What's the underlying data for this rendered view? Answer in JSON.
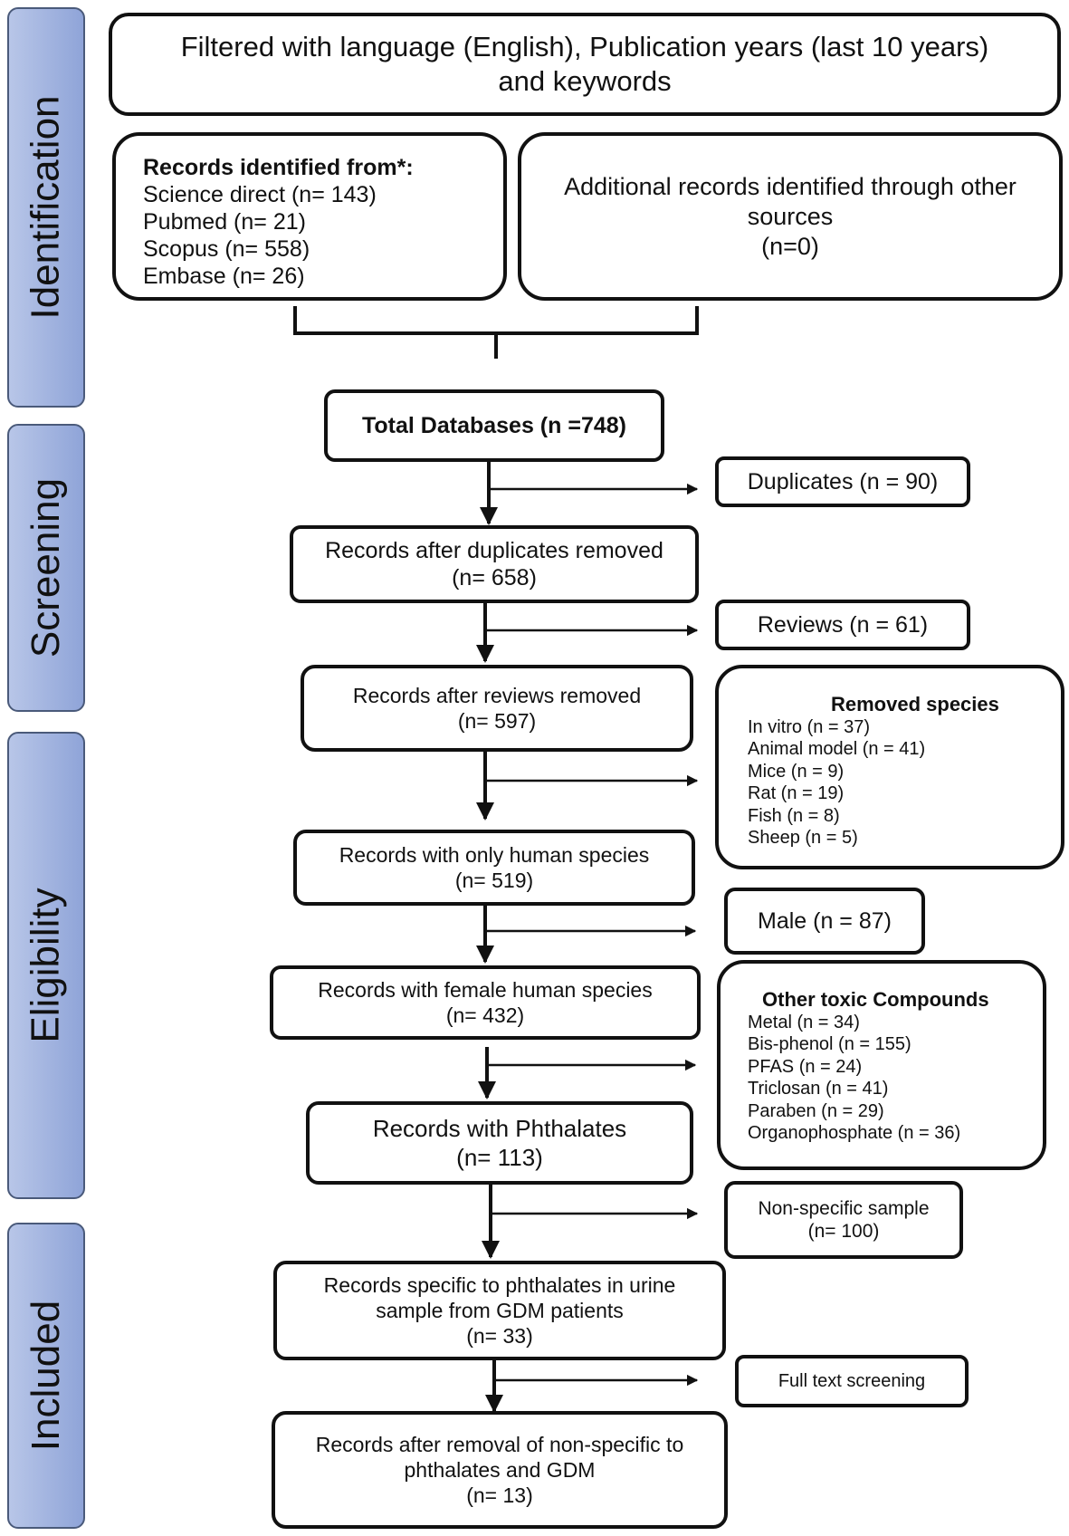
{
  "stages": {
    "identification": "Identification",
    "screening": "Screening",
    "eligibility": "Eligibility",
    "included": "Included"
  },
  "filter": {
    "line1": "Filtered with language (English), Publication years (last 10 years)",
    "line2": "and keywords"
  },
  "records_identified": {
    "title": "Records identified from*:",
    "items": [
      "Science direct (n= 143)",
      "Pubmed (n= 21)",
      "Scopus (n= 558)",
      "Embase (n= 26)"
    ]
  },
  "additional_records": {
    "line1": "Additional records identified through other",
    "line2": "sources",
    "line3": "(n=0)"
  },
  "total_databases": "Total Databases (n =748)",
  "duplicates": "Duplicates (n = 90)",
  "after_duplicates": {
    "line1": "Records after duplicates removed",
    "line2": "(n= 658)"
  },
  "reviews": "Reviews (n = 61)",
  "after_reviews": {
    "line1": "Records after reviews removed",
    "line2": "(n= 597)"
  },
  "removed_species": {
    "title": "Removed species",
    "items": [
      "In vitro (n = 37)",
      "Animal model (n = 41)",
      "Mice (n = 9)",
      "Rat (n = 19)",
      "Fish (n = 8)",
      "Sheep (n = 5)"
    ]
  },
  "human_species": {
    "line1": "Records with only human species",
    "line2": "(n= 519)"
  },
  "male": "Male (n = 87)",
  "female_species": {
    "line1": "Records with female human species",
    "line2": "(n= 432)"
  },
  "other_toxic": {
    "title": "Other toxic Compounds",
    "items": [
      "Metal (n = 34)",
      "Bis-phenol (n = 155)",
      "PFAS (n = 24)",
      "Triclosan (n = 41)",
      "Paraben (n = 29)",
      "Organophosphate (n = 36)"
    ]
  },
  "phthalates": {
    "line1": "Records with Phthalates",
    "line2": "(n= 113)"
  },
  "non_specific": {
    "line1": "Non-specific sample",
    "line2": "(n= 100)"
  },
  "urine_gdm": {
    "line1": "Records specific to phthalates in urine",
    "line2": "sample from GDM patients",
    "line3": "(n= 33)"
  },
  "full_text": "Full text screening",
  "final": {
    "line1": "Records after removal of  non-specific to",
    "line2": "phthalates and GDM",
    "line3": "(n= 13)"
  }
}
